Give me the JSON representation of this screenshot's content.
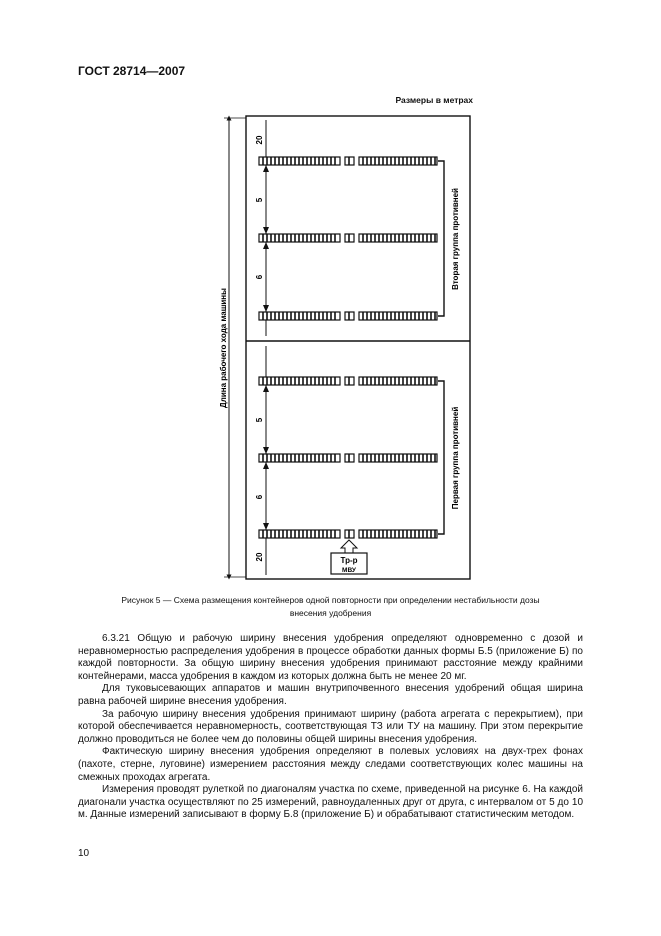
{
  "header": {
    "standard": "ГОСТ 28714—2007"
  },
  "figure": {
    "units_note": "Размеры в метрах",
    "vertical_label": "Длина рабочего хода машины",
    "upper_group_label": "Вторая группа противней",
    "lower_group_label": "Первая группа противней",
    "dim_top": "20",
    "dim_a": "5",
    "dim_b": "6",
    "dim_c": "5",
    "dim_d": "6",
    "dim_bottom": "20",
    "machine_label_1": "Тр-р",
    "machine_label_2": "МВУ",
    "caption_line1": "Рисунок 5 — Схема размещения контейнеров одной повторности при определении нестабильности дозы",
    "caption_line2": "внесения удобрения"
  },
  "body": {
    "p1": "6.3.21 Общую и рабочую ширину внесения удобрения определяют одновременно с дозой и неравномерностью распределения удобрения в процессе обработки данных формы Б.5 (приложение Б) по каждой повторности. За общую ширину внесения удобрения принимают расстояние между крайними контейнерами, масса удобрения в каждом из которых должна быть не менее 20 мг.",
    "p2": "Для туковысевающих аппаратов и машин внутрипочвенного внесения удобрений общая ширина равна рабочей ширине внесения удобрения.",
    "p3": "За рабочую ширину внесения удобрения принимают ширину (работа агрегата с перекрытием), при которой обеспечивается неравномерность, соответствующая ТЗ или ТУ на машину. При этом перекрытие должно проводиться не более чем до половины общей ширины внесения удобрения.",
    "p4": "Фактическую ширину внесения удобрения определяют в полевых условиях на двух-трех фонах (пахоте, стерне, луговине) измерением расстояния между следами соответствующих колес машины на смежных проходах агрегата.",
    "p5": "Измерения проводят рулеткой по диагоналям участка по схеме, приведенной на рисунке 6. На каждой диагонали участка осуществляют по 25 измерений, равноудаленных друг от друга, с интервалом от 5 до 10 м. Данные измерений записывают в форму Б.8 (приложение Б) и обрабатывают статистическим методом."
  },
  "footer": {
    "page_number": "10"
  }
}
